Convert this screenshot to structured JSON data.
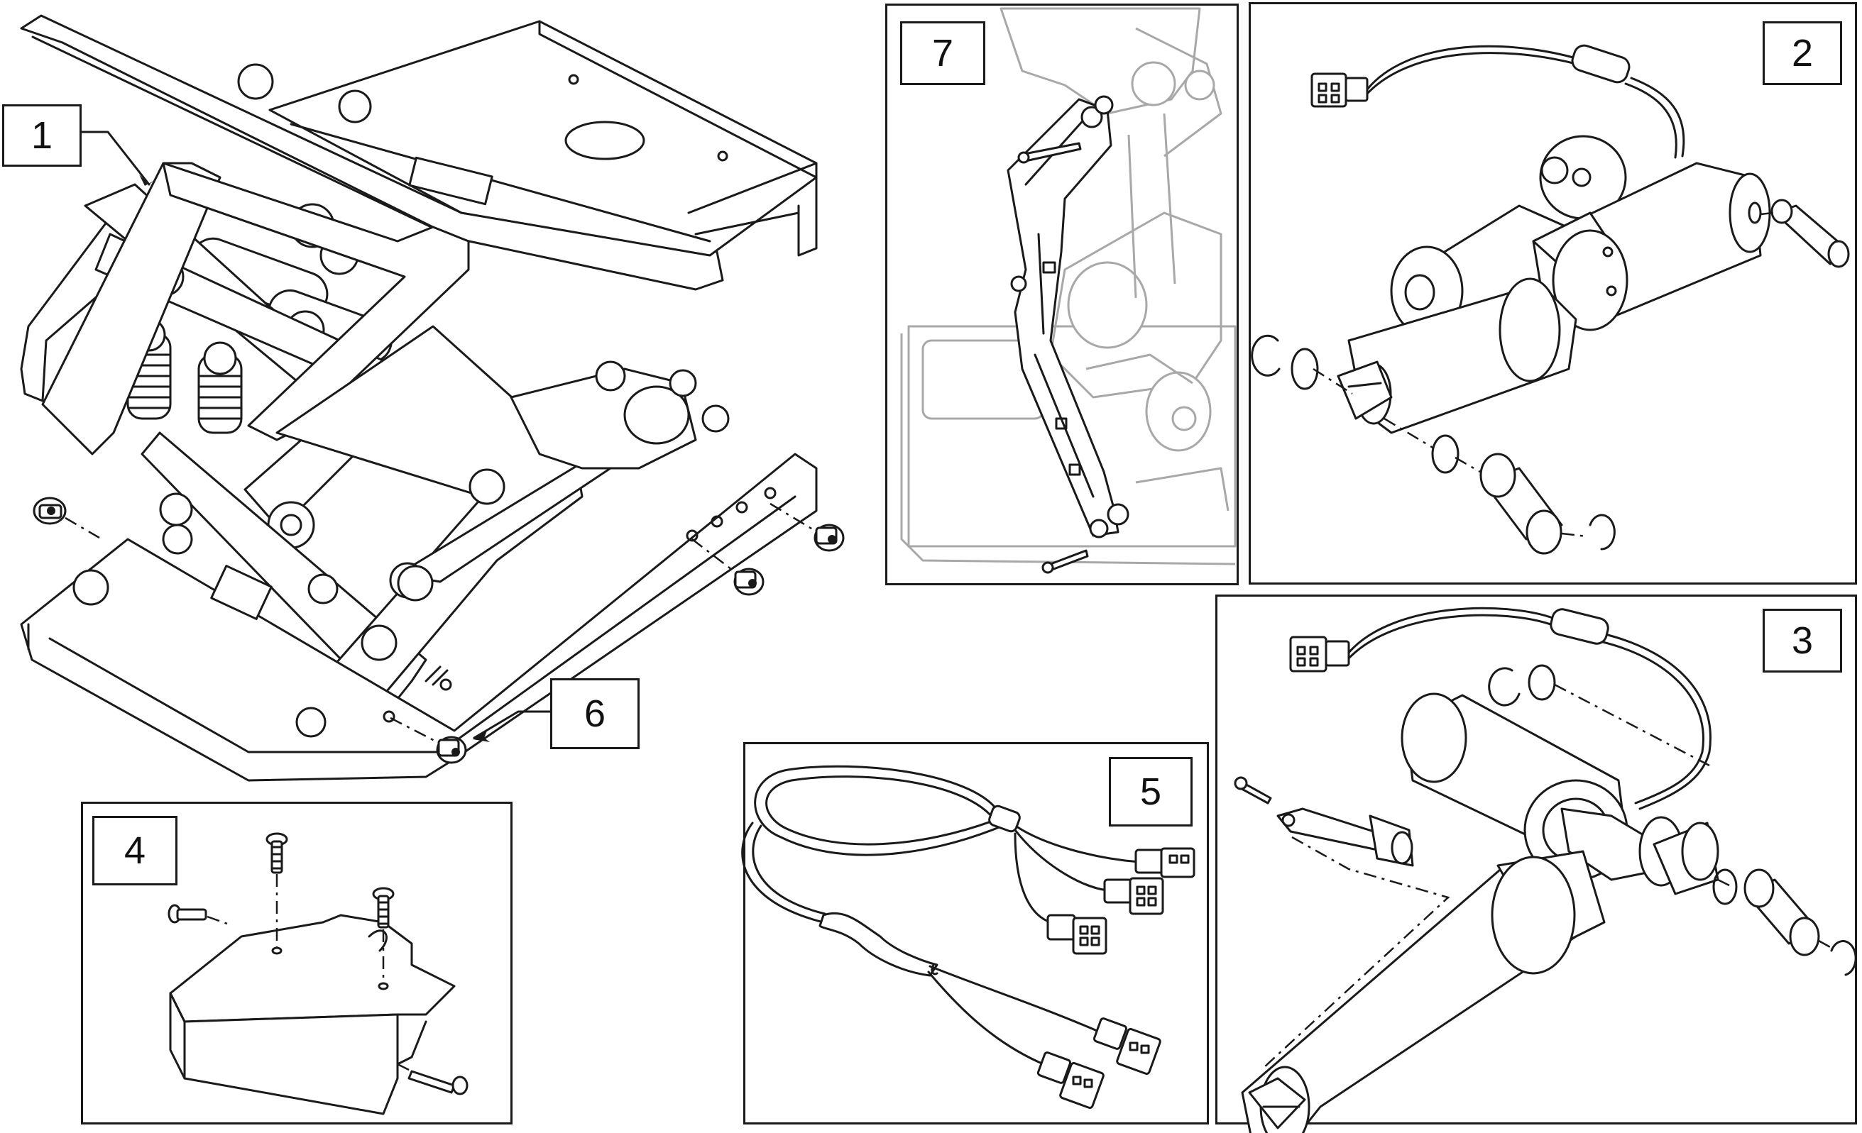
{
  "callouts": {
    "c1": "1",
    "c2": "2",
    "c3": "3",
    "c4": "4",
    "c5": "5",
    "c6": "6",
    "c7": "7"
  },
  "colors": {
    "line": "#1a1a1a",
    "ghost_line": "#a8a8a8",
    "background": "#ffffff"
  }
}
